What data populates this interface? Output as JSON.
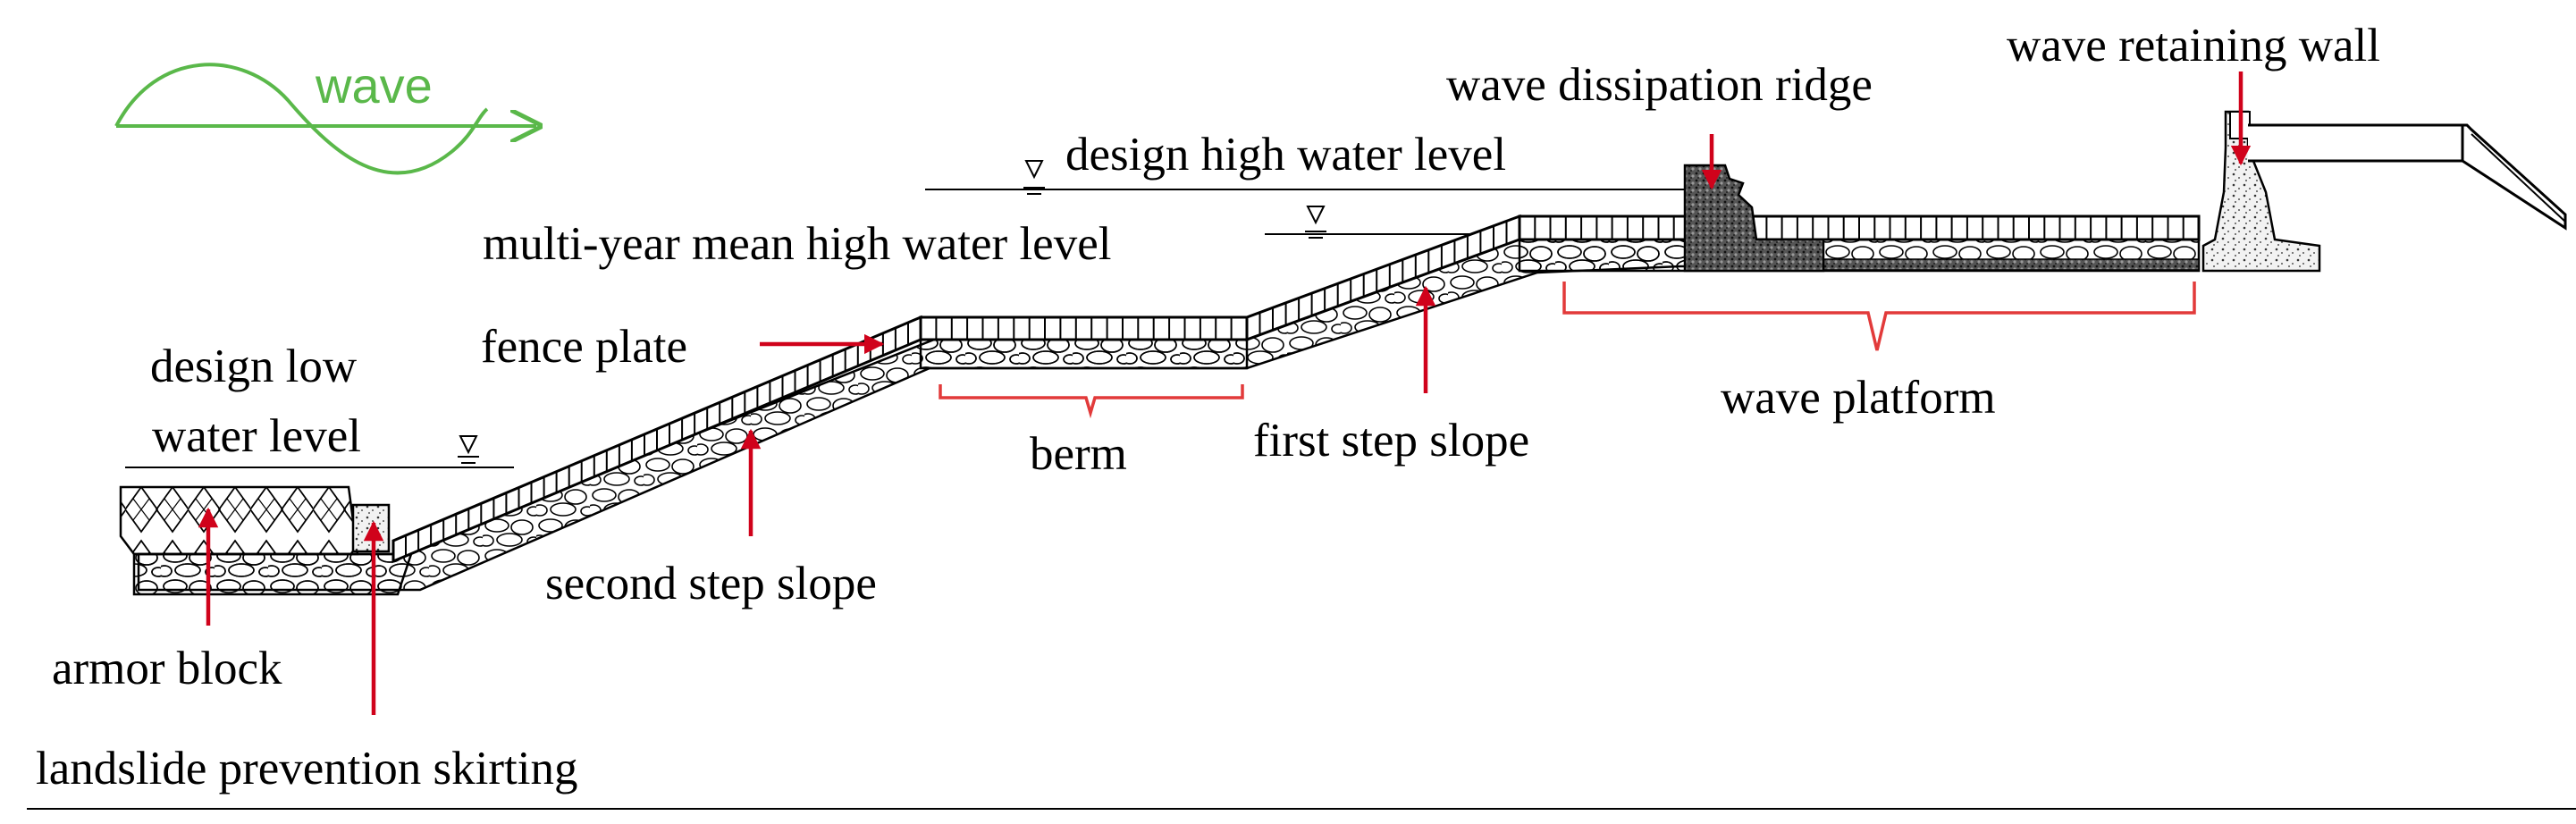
{
  "colors": {
    "wave": "#5ab84a",
    "arrow": "#d0021b",
    "brace": "#e23a3a",
    "ink": "#000000"
  },
  "labels": {
    "wave": "wave",
    "design_high_water_level": "design  high  water  level",
    "multi_year_mean_high_water_level": "multi-year mean high water level",
    "design_low_water_level_line1": "design  low",
    "design_low_water_level_line2": "water  level",
    "fence_plate": "fence plate",
    "berm": "berm",
    "first_step_slope": "first step slope",
    "second_step_slope": "second step slope",
    "wave_platform": "wave platform",
    "wave_dissipation_ridge": "wave dissipation ridge",
    "wave_retaining_wall": "wave retaining wall",
    "armor_block": "armor block",
    "landslide_prevention_skirting": "landslide prevention skirting"
  }
}
